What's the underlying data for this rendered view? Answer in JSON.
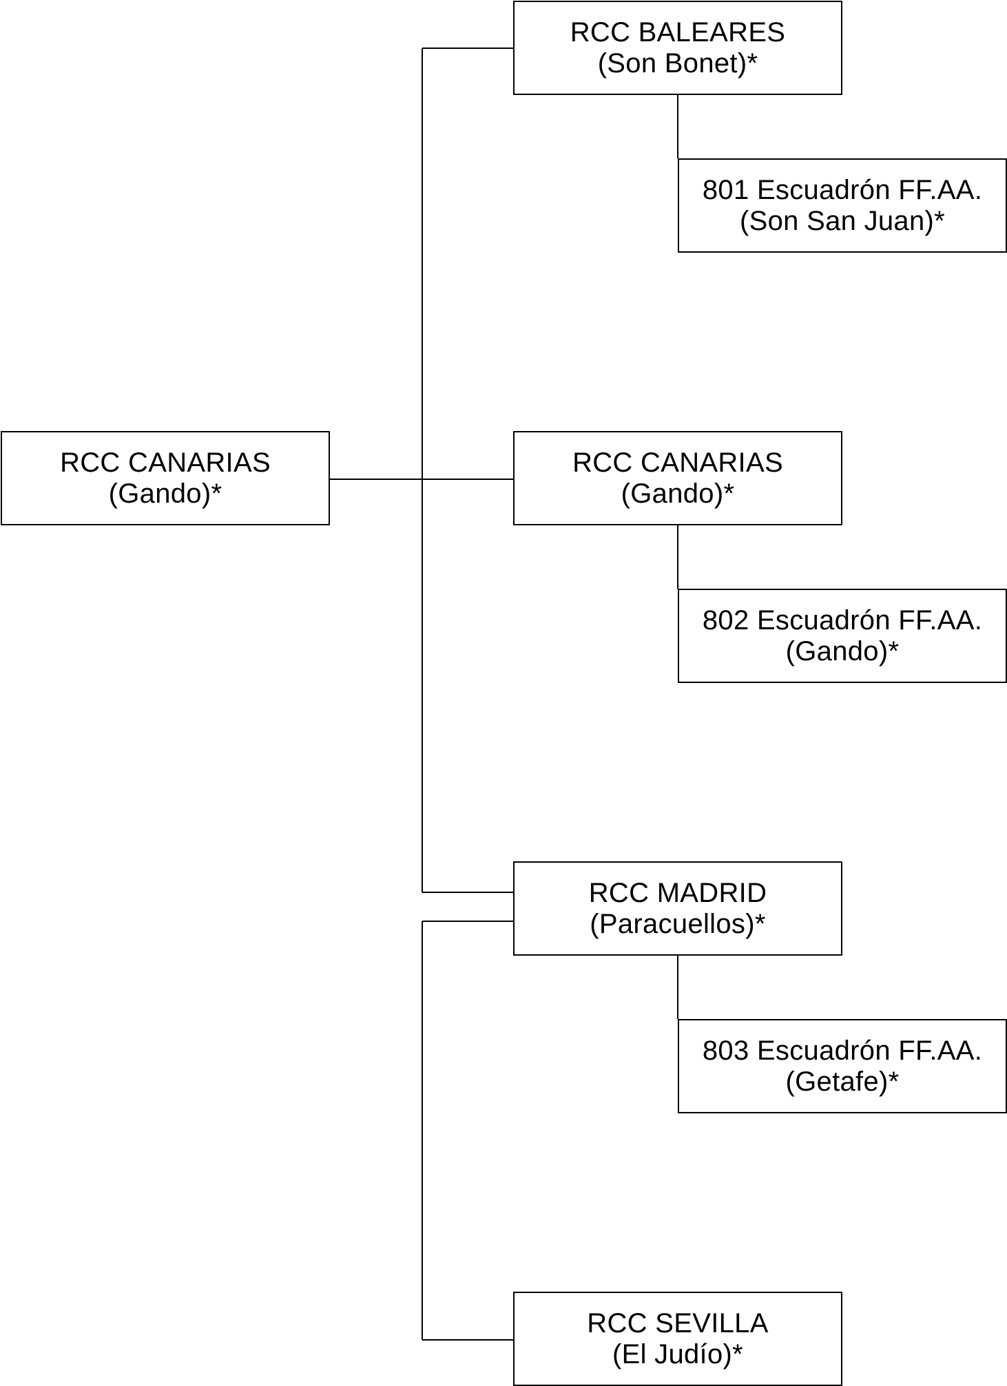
{
  "nodes": {
    "root": {
      "name": "RCC CANARIAS",
      "location": "(Gando)*"
    },
    "baleares": {
      "name": "RCC BALEARES",
      "location": "(Son Bonet)*"
    },
    "esc801": {
      "name": "801 Escuadrón FF.AA.",
      "location": "(Son San Juan)*"
    },
    "canarias": {
      "name": "RCC CANARIAS",
      "location": "(Gando)*"
    },
    "esc802": {
      "name": "802 Escuadrón FF.AA.",
      "location": "(Gando)*"
    },
    "madrid": {
      "name": "RCC MADRID",
      "location": "(Paracuellos)*"
    },
    "esc803": {
      "name": "803 Escuadrón FF.AA.",
      "location": "(Getafe)*"
    },
    "sevilla": {
      "name": "RCC SEVILLA",
      "location": "(El Judío)*"
    }
  },
  "colors": {
    "line": "#000000",
    "box_border": "#000000",
    "background": "#ffffff"
  }
}
